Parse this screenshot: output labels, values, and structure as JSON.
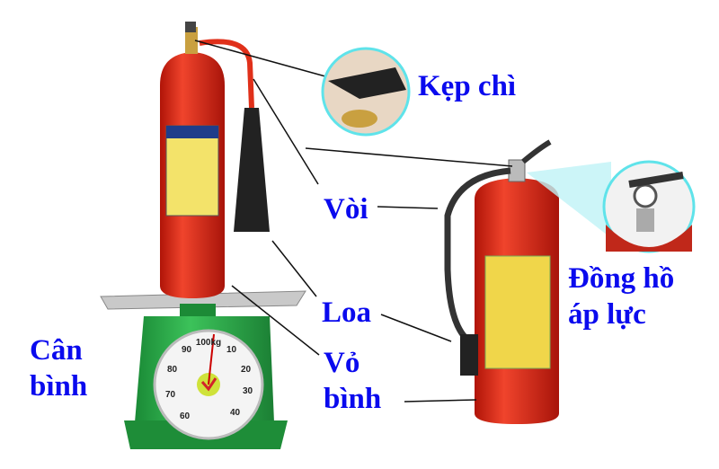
{
  "labels": {
    "seal_clip": "Kẹp chì",
    "hose": "Vòi",
    "horn": "Loa",
    "shell_line1": "Vỏ",
    "shell_line2": "bình",
    "scale_line1": "Cân",
    "scale_line2": "bình",
    "gauge_line1": "Đồng hồ",
    "gauge_line2": "áp lực"
  },
  "scale_dial": {
    "capacity": "100kg",
    "numbers": [
      "90",
      "10",
      "80",
      "20",
      "70",
      "30",
      "60",
      "40"
    ]
  },
  "colors": {
    "label": "#0a0aee",
    "extinguisher_red": "#e02a1a",
    "scale_green": "#2fa84a",
    "callout_ring": "#5fe3ea"
  }
}
